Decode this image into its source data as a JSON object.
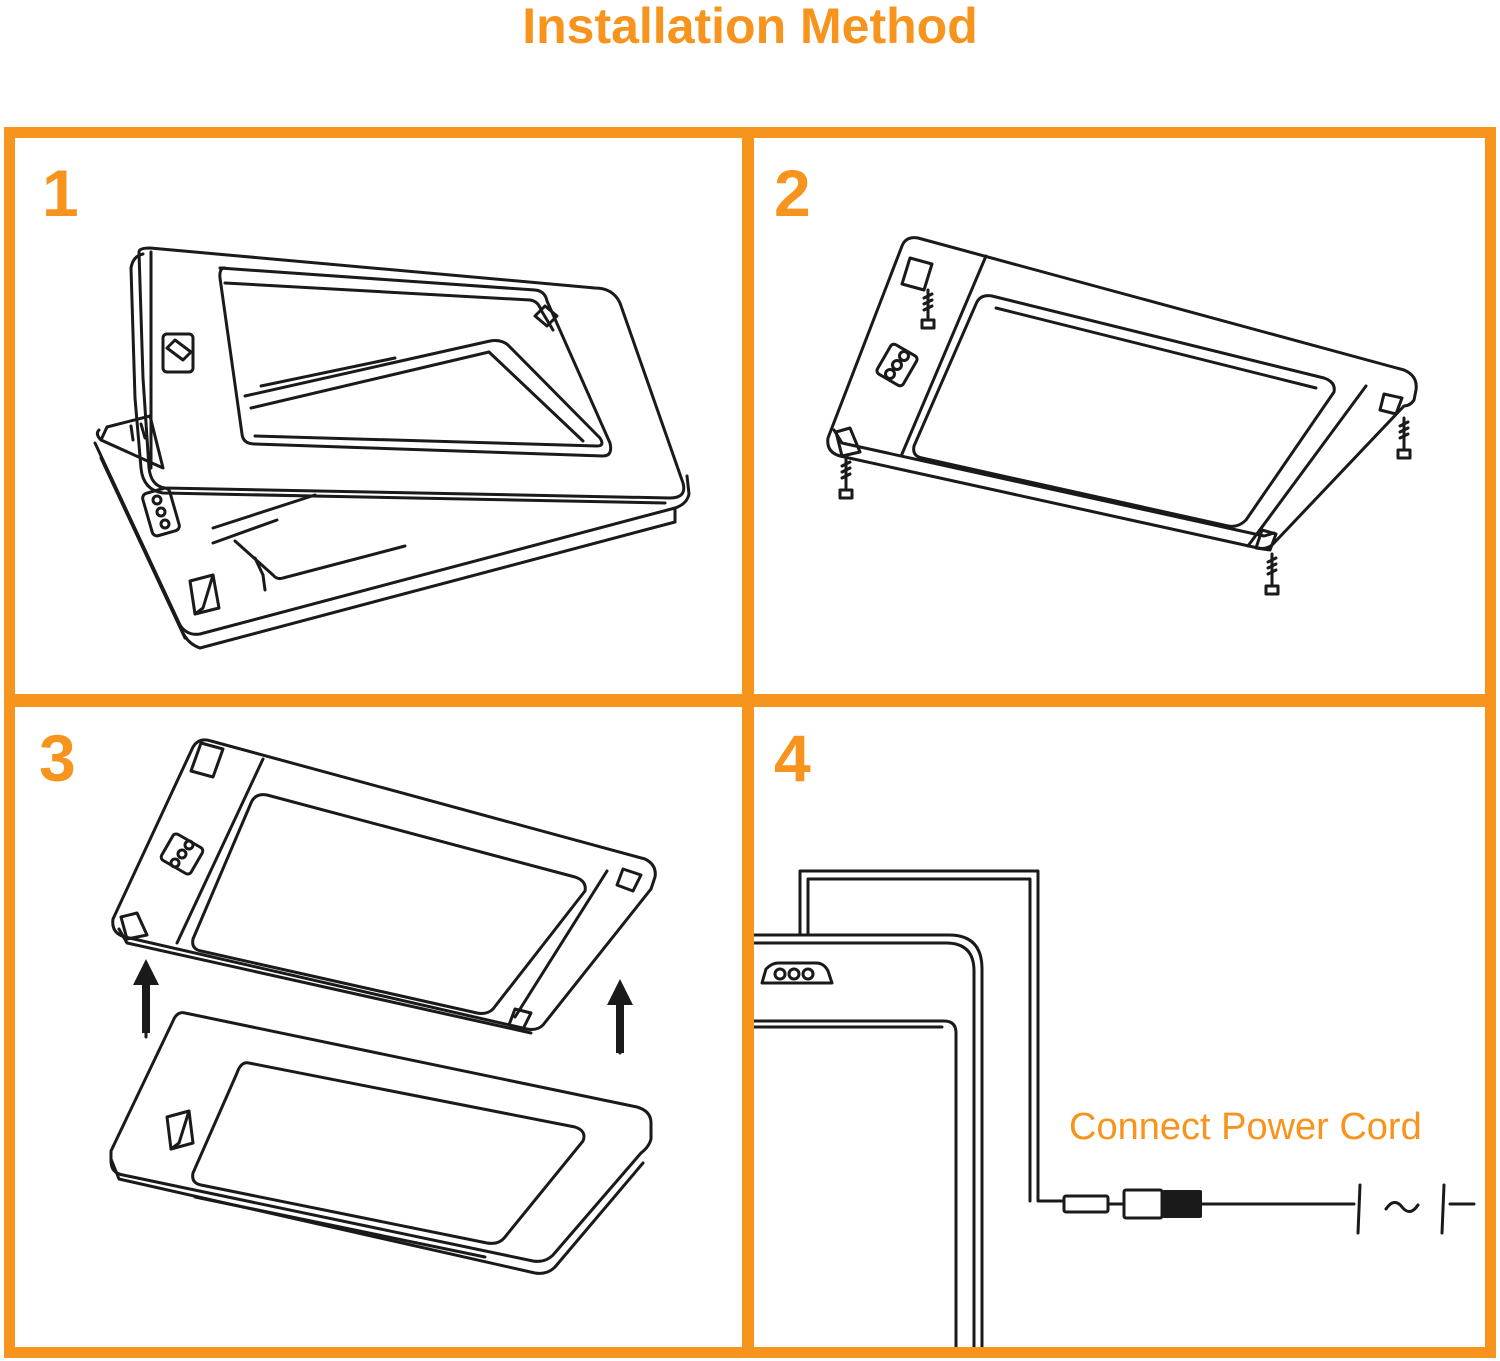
{
  "title": "Installation Method",
  "accent_color": "#f7941d",
  "line_color": "#1a1a1a",
  "steps": [
    {
      "number": "1"
    },
    {
      "number": "2"
    },
    {
      "number": "3"
    },
    {
      "number": "4",
      "label": "Connect Power Cord"
    }
  ]
}
